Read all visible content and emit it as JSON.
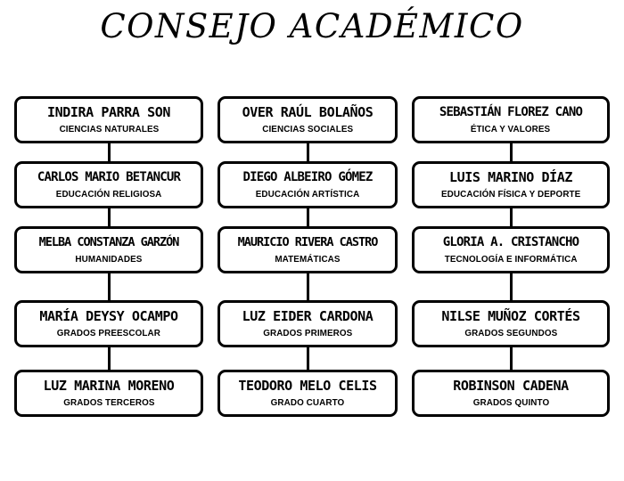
{
  "title": "CONSEJO ACADÉMICO",
  "chart": {
    "type": "org-chart",
    "columns": [
      {
        "id": "column-1",
        "nodes": [
          {
            "name": "INDIRA PARRA SON",
            "role": "CIENCIAS NATURALES"
          },
          {
            "name": "CARLOS MARIO BETANCUR",
            "role": "EDUCACIÓN RELIGIOSA"
          },
          {
            "name": "MELBA CONSTANZA GARZÓN",
            "role": "HUMANIDADES"
          },
          {
            "name": "MARÍA DEYSY OCAMPO",
            "role": "GRADOS PREESCOLAR"
          },
          {
            "name": "LUZ MARINA MORENO",
            "role": "GRADOS TERCEROS"
          }
        ]
      },
      {
        "id": "column-2",
        "nodes": [
          {
            "name": "OVER RAÚL BOLAÑOS",
            "role": "CIENCIAS SOCIALES"
          },
          {
            "name": "DIEGO ALBEIRO GÓMEZ",
            "role": "EDUCACIÓN ARTÍSTICA"
          },
          {
            "name": "MAURICIO RIVERA CASTRO",
            "role": "MATEMÁTICAS"
          },
          {
            "name": "LUZ EIDER CARDONA",
            "role": "GRADOS PRIMEROS"
          },
          {
            "name": "TEODORO MELO CELIS",
            "role": "GRADO CUARTO"
          }
        ]
      },
      {
        "id": "column-3",
        "nodes": [
          {
            "name": "SEBASTIÁN FLOREZ CANO",
            "role": "ÉTICA Y VALORES"
          },
          {
            "name": "LUIS MARINO DÍAZ",
            "role": "EDUCACIÓN FÍSICA Y DEPORTE"
          },
          {
            "name": "GLORIA A. CRISTANCHO",
            "role": "TECNOLOGÍA E INFORMÁTICA"
          },
          {
            "name": "NILSE MUÑOZ CORTÉS",
            "role": "GRADOS SEGUNDOS"
          },
          {
            "name": "ROBINSON CADENA",
            "role": "GRADOS QUINTO"
          }
        ]
      }
    ]
  },
  "colors": {
    "background": "#ffffff",
    "border": "#000000",
    "text": "#000000"
  }
}
